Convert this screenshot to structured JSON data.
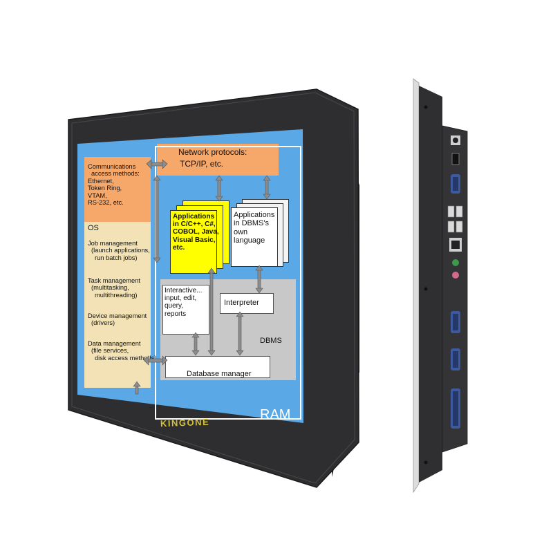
{
  "brand": {
    "name": "KINGONE"
  },
  "screen": {
    "network": {
      "title": "Network protocols:",
      "subtitle": "TCP/IP, etc."
    },
    "comms": [
      "Communications",
      "access methods:",
      "Ethernet,",
      "Token Ring,",
      "VTAM,",
      "RS-232, etc."
    ],
    "os": {
      "label": "OS",
      "items": [
        [
          "Job management",
          "(launch applications,",
          "run batch jobs)"
        ],
        [
          "Task management",
          "(multitasking,",
          "multithreading)"
        ],
        [
          "Device management",
          "(drivers)"
        ],
        [
          "Data management",
          "(file services,",
          "disk access methods)"
        ]
      ]
    },
    "apps_lang": [
      "Applications",
      "in C/C++, C#,",
      "COBOL, Java,",
      "Visual Basic,",
      "etc."
    ],
    "apps_dbms": [
      "Applications",
      "in DBMS's",
      "own",
      "language"
    ],
    "interactive": [
      "Interactive...",
      "input, edit,",
      "query,",
      "reports"
    ],
    "interpreter": "Interpreter",
    "dbms": "DBMS",
    "database_manager": "Database manager",
    "ram": "RAM"
  },
  "colors": {
    "bezel": "#2b2b2d",
    "screen_bg": "#5aa9e6",
    "orange": "#f6a76a",
    "cream": "#f2e2b5",
    "yellow": "#ffff00",
    "gray": "#c8c8c8",
    "brand_text": "#d4c23a"
  },
  "side_ports": [
    "dc-power-port",
    "hdmi-port",
    "vga-port",
    "usb-ports",
    "ethernet-port",
    "audio-line-out",
    "audio-mic-in",
    "com1-serial",
    "com2-serial",
    "lpt-port"
  ]
}
